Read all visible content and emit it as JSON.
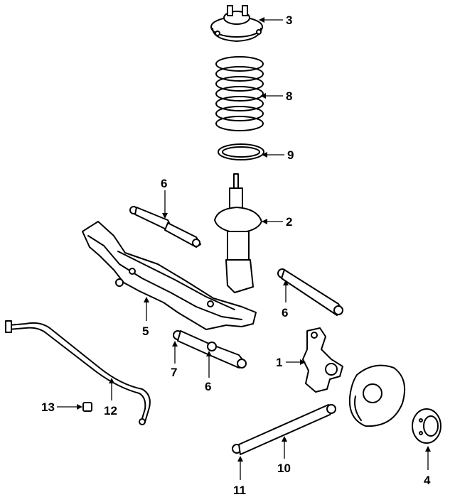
{
  "callouts": {
    "c1": "1",
    "c2": "2",
    "c3": "3",
    "c4": "4",
    "c5": "5",
    "c6a": "6",
    "c6b": "6",
    "c6c": "6",
    "c7": "7",
    "c8": "8",
    "c9": "9",
    "c10": "10",
    "c11": "11",
    "c12": "12",
    "c13": "13"
  }
}
